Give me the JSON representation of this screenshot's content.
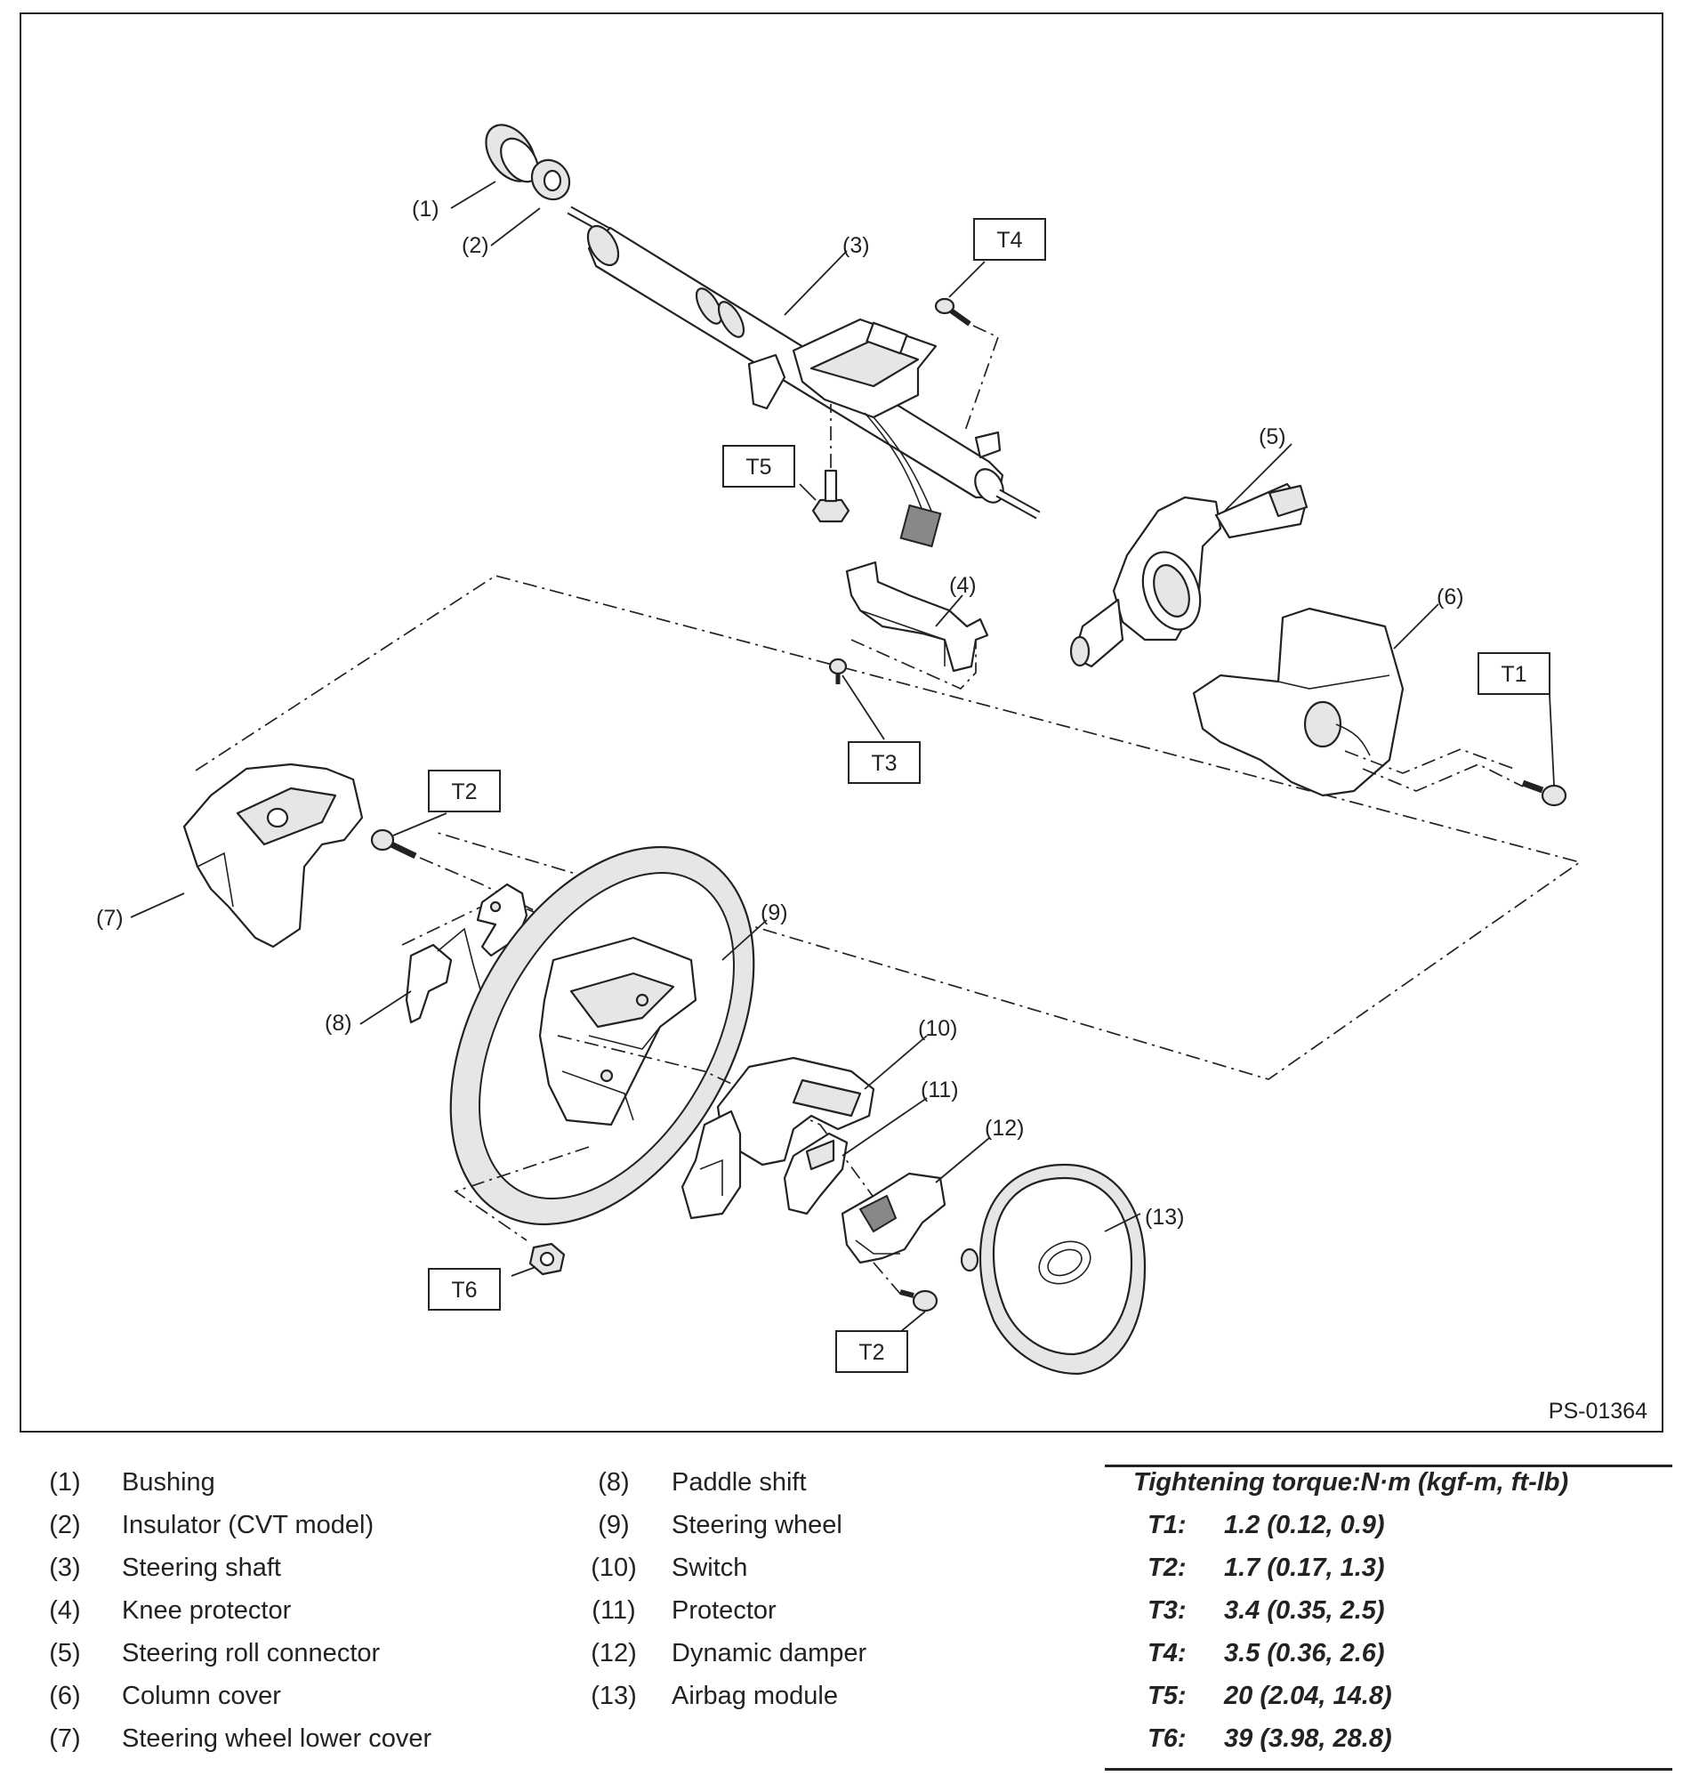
{
  "diagram": {
    "figure_code": "PS-01364",
    "callouts": {
      "c1": "(1)",
      "c2": "(2)",
      "c3": "(3)",
      "c4": "(4)",
      "c5": "(5)",
      "c6": "(6)",
      "c7": "(7)",
      "c8": "(8)",
      "c9": "(9)",
      "c10": "(10)",
      "c11": "(11)",
      "c12": "(12)",
      "c13": "(13)"
    },
    "torque_tags": {
      "t1": "T1",
      "t2a": "T2",
      "t2b": "T2",
      "t3": "T3",
      "t4": "T4",
      "t5": "T5",
      "t6": "T6"
    }
  },
  "legend": {
    "parts": [
      {
        "num": "(1)",
        "name": "Bushing"
      },
      {
        "num": "(2)",
        "name": "Insulator (CVT model)"
      },
      {
        "num": "(3)",
        "name": "Steering shaft"
      },
      {
        "num": "(4)",
        "name": "Knee protector"
      },
      {
        "num": "(5)",
        "name": "Steering roll connector"
      },
      {
        "num": "(6)",
        "name": "Column cover"
      },
      {
        "num": "(7)",
        "name": "Steering wheel lower cover"
      },
      {
        "num": "(8)",
        "name": "Paddle shift"
      },
      {
        "num": "(9)",
        "name": "Steering wheel"
      },
      {
        "num": "(10)",
        "name": "Switch"
      },
      {
        "num": "(11)",
        "name": "Protector"
      },
      {
        "num": "(12)",
        "name": "Dynamic damper"
      },
      {
        "num": "(13)",
        "name": "Airbag module"
      }
    ],
    "torque": {
      "heading": "Tightening torque:N·m (kgf-m, ft-lb)",
      "rows": [
        {
          "key": "T1:",
          "value": "1.2 (0.12, 0.9)"
        },
        {
          "key": "T2:",
          "value": "1.7 (0.17, 1.3)"
        },
        {
          "key": "T3:",
          "value": "3.4 (0.35, 2.5)"
        },
        {
          "key": "T4:",
          "value": "3.5 (0.36, 2.6)"
        },
        {
          "key": "T5:",
          "value": "20 (2.04, 14.8)"
        },
        {
          "key": "T6:",
          "value": "39 (3.98, 28.8)"
        }
      ]
    }
  }
}
